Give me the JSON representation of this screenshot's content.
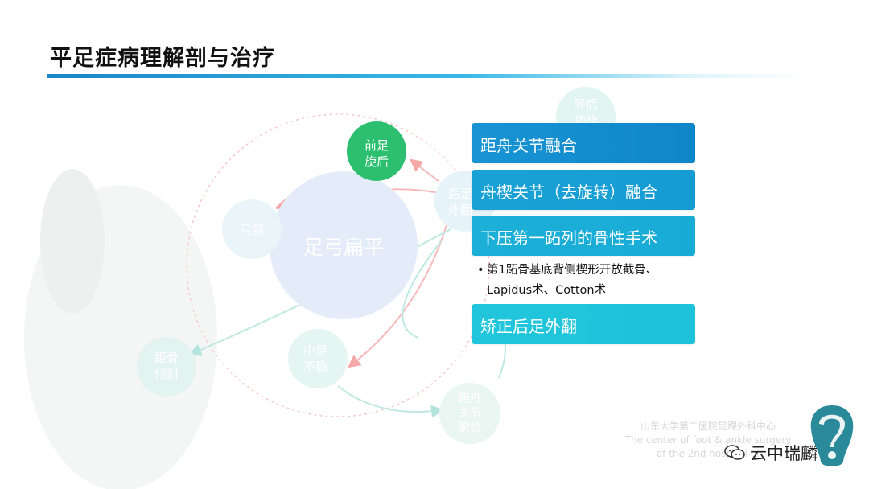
{
  "title": "平足症病理解剖与治疗",
  "diagram": {
    "center_node": "足弓扁平",
    "nodes": {
      "forefoot_supination": [
        "前足",
        "旋后"
      ],
      "tibialis_posterior": [
        "胫后",
        "功能"
      ],
      "hindfoot_valgus": [
        "后足",
        "外翻"
      ],
      "arch": [
        "弓部"
      ],
      "talus_tilt": [
        "距骨",
        "倾斜"
      ],
      "midfoot_instability": [
        "中足",
        "不稳"
      ],
      "talonavicular_joint": [
        "距舟",
        "关节",
        "脱位"
      ]
    }
  },
  "treatments": [
    "距舟关节融合",
    "舟楔关节（去旋转）融合",
    "下压第一跖列的骨性手术",
    "矫正后足外翻"
  ],
  "note": {
    "bullet": "•",
    "line1": "第1跖骨基底背侧楔形开放截骨、",
    "line2": "Lapidus术、Cotton术"
  },
  "watermark": {
    "line1": "山东大学第二医院足踝外科中心",
    "line2": "The center of foot & ankle surgery",
    "line3": "of the 2nd hospital of"
  },
  "account": "云中瑞麟",
  "colors": {
    "title_rule": "#1a86c8",
    "highlight_node": "#2bbf6f",
    "panel_dark": "#0f86c8",
    "panel_light": "#1dc1da"
  }
}
